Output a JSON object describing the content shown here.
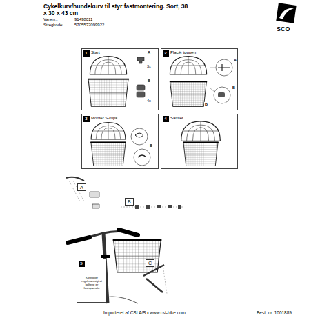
{
  "diagram": {
    "title": "Cykelkurv/hundekurv til styr fastmontering. Sort, 38 x 30 x 43 cm",
    "nodes": [
      {
        "text": [
          "Start"
        ]
      },
      {
        "text": [
          "1"
        ],
        "in": 0
      },
      {
        "text": [
          "Placér toppen"
        ]
      },
      {
        "text": [
          "2"
        ],
        "in": 2
      },
      {
        "text": [
          "Monter S-klips"
        ]
      },
      {
        "text": [
          "3"
        ],
        "in": 4
      },
      {
        "text": [
          "Samlet"
        ]
      },
      {
        "text": [
          "4"
        ],
        "in": 6
      },
      {
        "text": [
          "A"
        ]
      },
      {
        "text": [
          "B"
        ]
      },
      {
        "text": [
          "C"
        ]
      },
      {
        "text": [
          "Kontroller regelmæssigt at boltene er fastspændte"
        ]
      },
      {
        "text": [
          "5"
        ],
        "in": 11
      }
    ],
    "labels": [
      "Varenr.:",
      "91498011",
      "Stregkode:",
      "5705532099922",
      "SCO",
      "A",
      "3x",
      "B",
      "4x",
      "A",
      "B",
      "B",
      "B",
      "Importeret af CSI A/S • www.csi-bike.com",
      "Best. nr. 1001889"
    ]
  }
}
